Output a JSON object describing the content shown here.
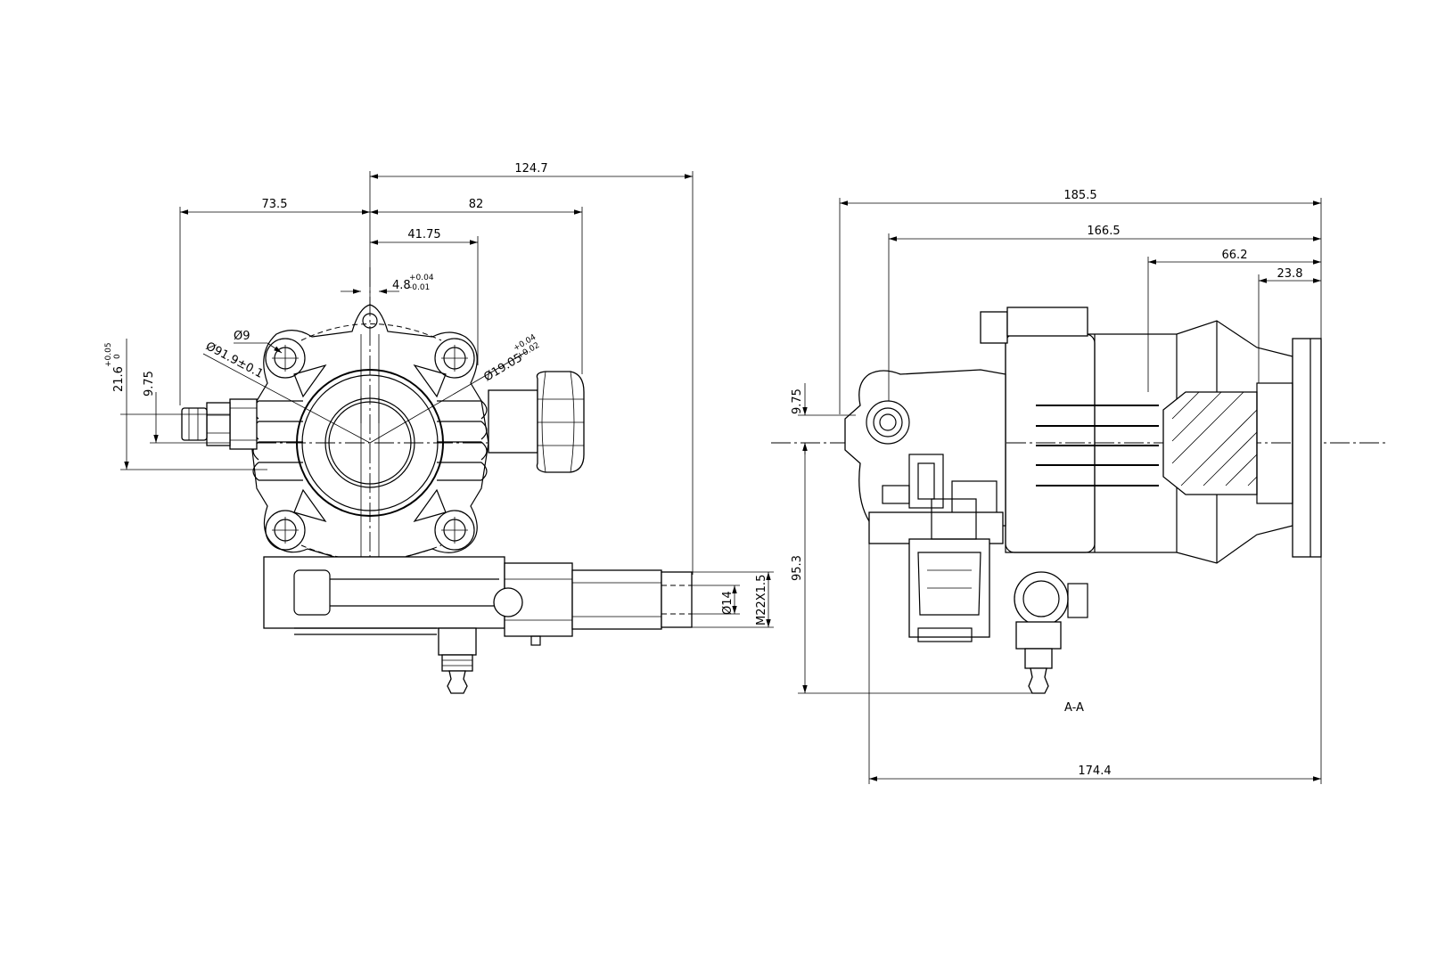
{
  "front_view": {
    "dim_overall_width": "124.7",
    "dim_left_width": "73.5",
    "dim_right_width": "82",
    "dim_shaft_offset": "41.75",
    "dim_key_width": "4.8",
    "dim_key_tol_upper": "+0.04",
    "dim_key_tol_lower": "-0.01",
    "dim_hole_dia": "Ø9",
    "dim_bolt_circle": "Ø91.9±0.1",
    "dim_shaft_dia": "Ø19.05",
    "dim_shaft_tol_upper": "+0.04",
    "dim_shaft_tol_lower": "+0.02",
    "dim_key_height": "21.6",
    "dim_key_height_tol_upper": "+0.05",
    "dim_key_height_tol_lower": "0",
    "dim_inlet_offset": "9.75",
    "dim_outlet_dia": "Ø14",
    "dim_outlet_thread": "M22X1.5"
  },
  "section_view": {
    "dim_overall_length": "185.5",
    "dim_length_2": "166.5",
    "dim_length_3": "66.2",
    "dim_length_4": "23.8",
    "dim_inlet_offset": "9.75",
    "dim_height": "95.3",
    "dim_base_length": "174.4",
    "section_label": "A-A"
  }
}
